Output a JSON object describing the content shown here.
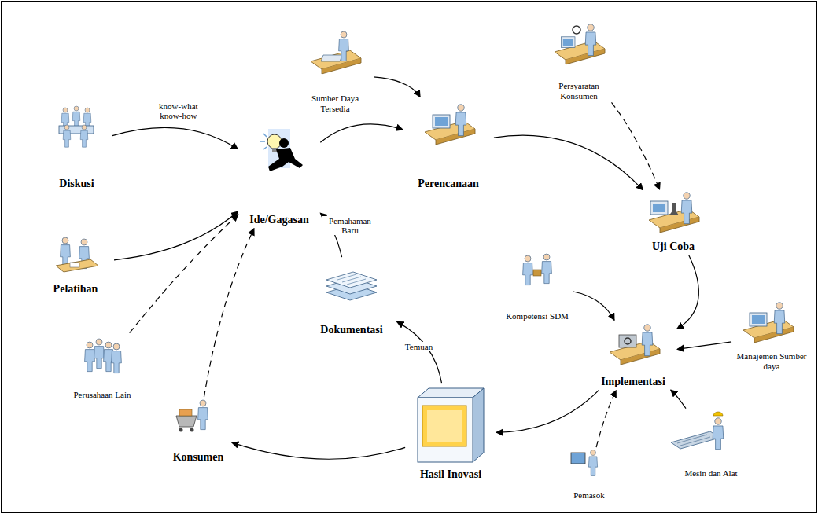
{
  "diagram": {
    "nodes": [
      {
        "text": [
          "Diskusi"
        ]
      },
      {
        "text": [
          "Ide/Gagasan"
        ]
      },
      {
        "text": [
          "Sumber Daya Tersedia"
        ]
      },
      {
        "text": [
          "Perencanaan"
        ]
      },
      {
        "text": [
          "Persyaratan Konsumen"
        ]
      },
      {
        "text": [
          "Uji Coba"
        ]
      },
      {
        "text": [
          "Pelatihan"
        ]
      },
      {
        "text": [
          "Perusahaan Lain"
        ]
      },
      {
        "text": [
          "Dokumentasi"
        ]
      },
      {
        "text": [
          "Kompetensi SDM"
        ]
      },
      {
        "text": [
          "Manajemen Sumber daya"
        ]
      },
      {
        "text": [
          "Implementasi"
        ]
      },
      {
        "text": [
          "Konsumen"
        ]
      },
      {
        "text": [
          "Hasil Inovasi"
        ]
      },
      {
        "text": [
          "Pemasok"
        ]
      },
      {
        "text": [
          "Mesin dan Alat"
        ]
      }
    ],
    "edges": [
      {
        "from": 0,
        "to": 1,
        "label": "know-what know-how",
        "arrow": "to"
      },
      {
        "from": 6,
        "to": 1,
        "arrow": "to"
      },
      {
        "from": 7,
        "to": 1,
        "arrow": "to"
      },
      {
        "from": 12,
        "to": 1,
        "arrow": "to"
      },
      {
        "from": 8,
        "to": 1,
        "label": "Pemahaman Baru",
        "arrow": "to"
      },
      {
        "from": 1,
        "to": 3,
        "arrow": "to"
      },
      {
        "from": 2,
        "to": 3,
        "arrow": "to"
      },
      {
        "from": 3,
        "to": 5,
        "arrow": "to"
      },
      {
        "from": 4,
        "to": 5,
        "arrow": "to"
      },
      {
        "from": 5,
        "to": 11,
        "arrow": "to"
      },
      {
        "from": 9,
        "to": 11,
        "arrow": "to"
      },
      {
        "from": 10,
        "to": 11,
        "arrow": "to"
      },
      {
        "from": 15,
        "to": 11,
        "arrow": "to"
      },
      {
        "from": 14,
        "to": 11,
        "arrow": "to"
      },
      {
        "from": 11,
        "to": 13,
        "arrow": "to"
      },
      {
        "from": 13,
        "to": 12,
        "arrow": "to"
      },
      {
        "from": 13,
        "to": 8,
        "label": "Temuan",
        "arrow": "to"
      }
    ]
  }
}
